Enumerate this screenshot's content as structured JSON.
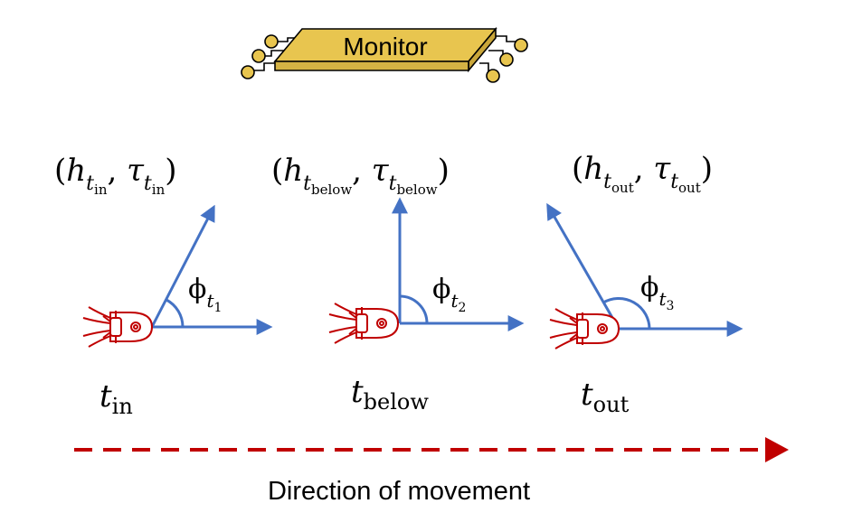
{
  "monitor": {
    "label": "Monitor"
  },
  "stages": [
    {
      "time_label": {
        "base": "t",
        "sub": "in"
      },
      "tuple": {
        "h_base": "h",
        "tau_base": "τ",
        "t_base": "t",
        "sub": "in"
      },
      "angle": {
        "base": "ϕ",
        "t_base": "t",
        "sub": "1"
      }
    },
    {
      "time_label": {
        "base": "t",
        "sub": "below"
      },
      "tuple": {
        "h_base": "h",
        "tau_base": "τ",
        "t_base": "t",
        "sub": "below"
      },
      "angle": {
        "base": "ϕ",
        "t_base": "t",
        "sub": "2"
      }
    },
    {
      "time_label": {
        "base": "t",
        "sub": "out"
      },
      "tuple": {
        "h_base": "h",
        "tau_base": "τ",
        "t_base": "t",
        "sub": "out"
      },
      "angle": {
        "base": "ϕ",
        "t_base": "t",
        "sub": "3"
      }
    }
  ],
  "direction": {
    "label": "Direction of movement"
  },
  "colors": {
    "vector": "#4472c4",
    "robot": "#c00000",
    "direction_arrow": "#c00000",
    "monitor_fill": "#e8c54f",
    "monitor_stroke": "#000000",
    "text": "#000000"
  }
}
